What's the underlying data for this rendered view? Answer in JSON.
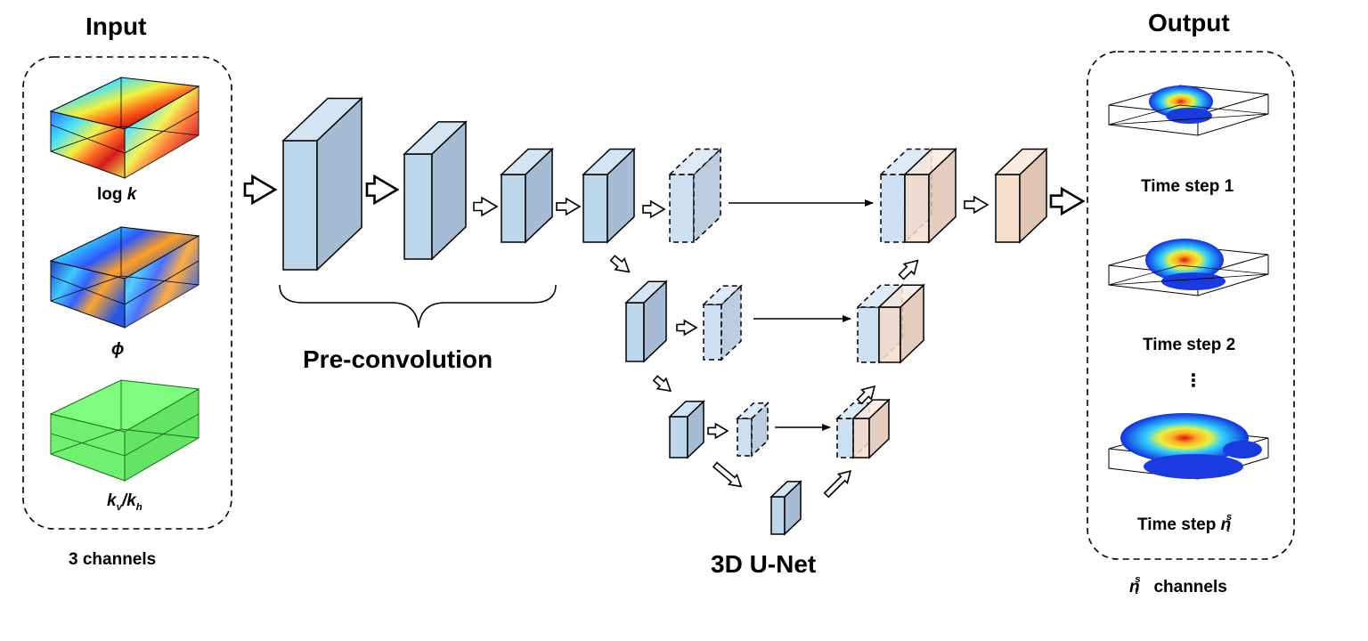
{
  "input": {
    "title": "Input",
    "labels": {
      "logk_pre": "log ",
      "logk_var": "k",
      "phi": "ϕ",
      "kv_k1": "k",
      "kv_sub1": "v",
      "kv_slash": "/",
      "kv_k2": "k",
      "kv_sub2": "h"
    },
    "channels_label": "3 channels"
  },
  "preconv_label": "Pre-convolution",
  "unet_label": "3D U-Net",
  "output": {
    "title": "Output",
    "steps": {
      "step1": "Time step 1",
      "step2": "Time step 2",
      "ellipsis": "⋮",
      "stepn_text": "Time step ",
      "n_var": "n",
      "n_sup": "s",
      "n_sub": "t"
    },
    "channels_text": "channels"
  },
  "colors": {
    "encoder_front": "#bcd6ec",
    "encoder_side": "#a6bcd4",
    "encoder_top": "#d3e4f3",
    "decoder_front": "#f7ddcc",
    "decoder_side": "#e0c5b5",
    "decoder_top": "#fbebe0",
    "green_cube": "#7dfc7d",
    "stroke": "#000000"
  }
}
